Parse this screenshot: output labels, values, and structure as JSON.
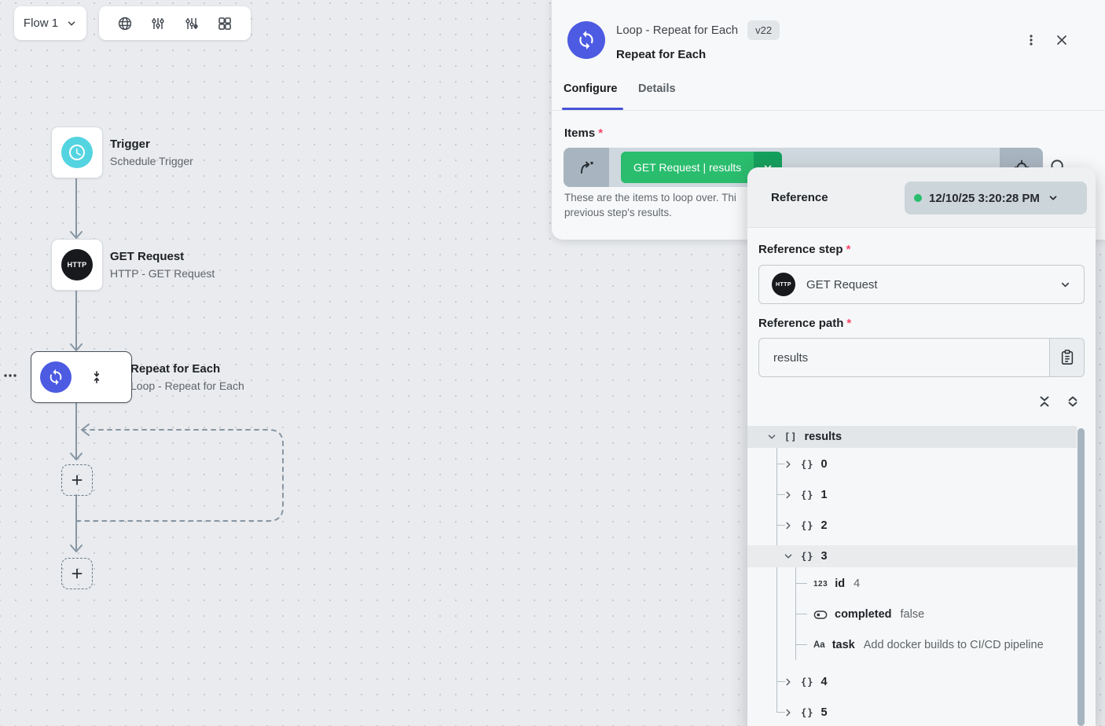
{
  "toolbar": {
    "flow_selector_label": "Flow 1"
  },
  "canvas": {
    "nodes": {
      "trigger": {
        "title": "Trigger",
        "subtitle": "Schedule Trigger"
      },
      "get_request": {
        "title": "GET Request",
        "subtitle": "HTTP - GET Request",
        "icon_label": "HTTP"
      },
      "repeat": {
        "title": "Repeat for Each",
        "subtitle": "Loop - Repeat for Each"
      }
    }
  },
  "panel": {
    "title": "Loop - Repeat for Each",
    "version_badge": "v22",
    "subtitle": "Repeat for Each",
    "tabs": {
      "configure": "Configure",
      "details": "Details"
    },
    "items": {
      "label": "Items",
      "required_marker": "*",
      "chip_label": "GET Request | results",
      "helper_line1": "These are the items to loop over. Thi",
      "helper_line2": "previous step's results."
    }
  },
  "reference": {
    "title": "Reference",
    "run_timestamp": "12/10/25 3:20:28 PM",
    "step": {
      "label": "Reference step",
      "required_marker": "*",
      "value": "GET Request",
      "icon_label": "HTTP"
    },
    "path": {
      "label": "Reference path",
      "required_marker": "*",
      "value": "results"
    },
    "tree": {
      "root_label": "results",
      "icons": {
        "array": "[]",
        "object": "{}",
        "number": "123",
        "string": "Aa"
      },
      "items": [
        {
          "label": "0"
        },
        {
          "label": "1"
        },
        {
          "label": "2"
        },
        {
          "label": "3"
        },
        {
          "label": "4"
        },
        {
          "label": "5"
        }
      ],
      "fields": [
        {
          "key": "id",
          "value": "4"
        },
        {
          "key": "completed",
          "value": "false"
        },
        {
          "key": "task",
          "value": "Add docker builds to CI/CD pipeline"
        }
      ]
    }
  },
  "colors": {
    "accent_blue": "#4c5be2",
    "trigger_cyan": "#54d4e1",
    "chip_green": "#2abd6e",
    "chip_green_dark": "#159f5c",
    "required_red": "#f5476b",
    "status_dot_green": "#2abd6e"
  }
}
